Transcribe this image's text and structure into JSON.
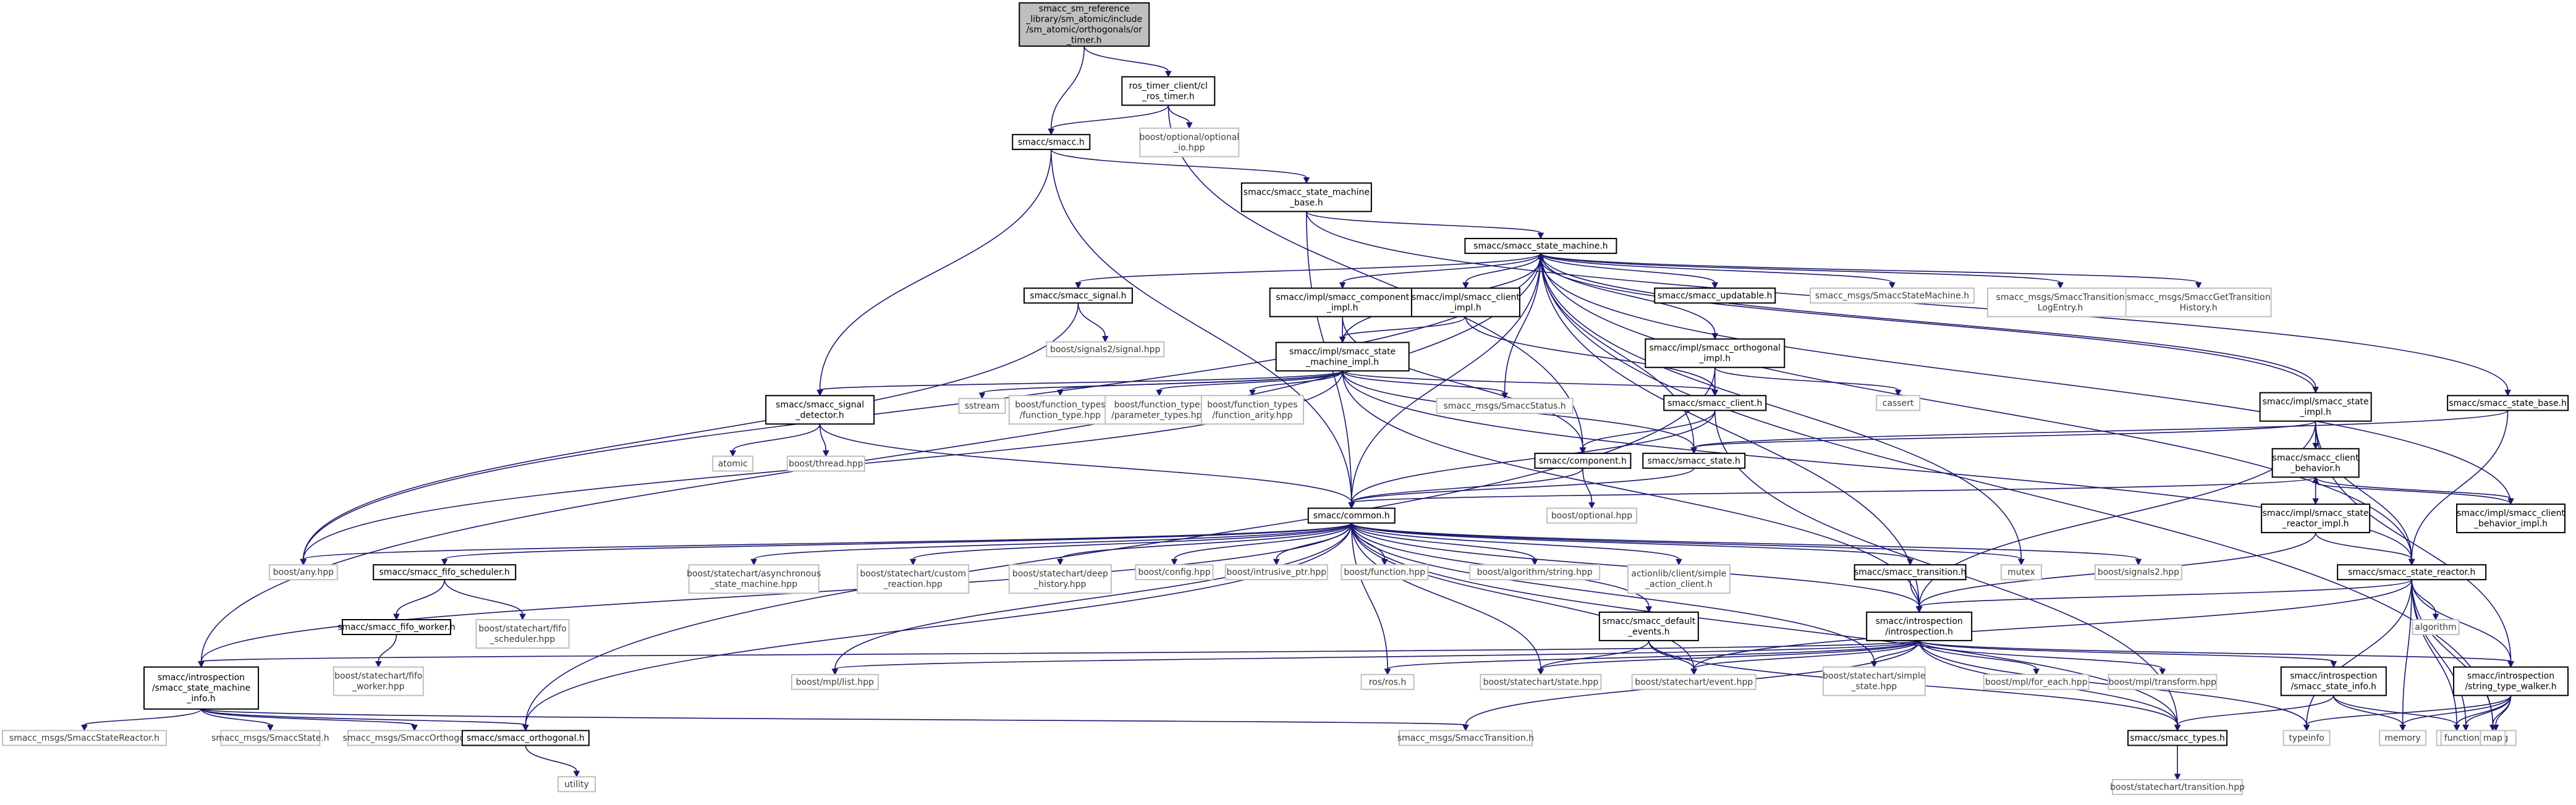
{
  "colors": {
    "edge": "#191970",
    "root_fill": "#bfbfbf",
    "documented_border": "#000000",
    "external_border": "#bfbfbf"
  },
  "nodes": [
    {
      "id": "root",
      "kind": "root",
      "lines": [
        "smacc_sm_reference",
        "_library/sm_atomic/include",
        "/sm_atomic/orthogonals/or",
        "_timer.h"
      ]
    },
    {
      "id": "ros_timer_client",
      "kind": "doc",
      "lines": [
        "ros_timer_client/cl",
        "_ros_timer.h"
      ]
    },
    {
      "id": "boost_optional_io",
      "kind": "ext",
      "lines": [
        "boost/optional/optional",
        "_io.hpp"
      ]
    },
    {
      "id": "smacc_h",
      "kind": "doc",
      "lines": [
        "smacc/smacc.h"
      ]
    },
    {
      "id": "sm_base",
      "kind": "doc",
      "lines": [
        "smacc/smacc_state_machine",
        "_base.h"
      ]
    },
    {
      "id": "sm_h",
      "kind": "doc",
      "lines": [
        "smacc/smacc_state_machine.h"
      ]
    },
    {
      "id": "signal_h",
      "kind": "doc",
      "lines": [
        "smacc/smacc_signal.h"
      ]
    },
    {
      "id": "boost_signals2_signal",
      "kind": "ext",
      "lines": [
        "boost/signals2/signal.hpp"
      ]
    },
    {
      "id": "comp_impl",
      "kind": "doc",
      "lines": [
        "smacc/impl/smacc_component",
        "_impl.h"
      ]
    },
    {
      "id": "client_impl",
      "kind": "doc",
      "lines": [
        "smacc/impl/smacc_client",
        "_impl.h"
      ]
    },
    {
      "id": "updatable",
      "kind": "doc",
      "lines": [
        "smacc/smacc_updatable.h"
      ]
    },
    {
      "id": "msg_sm",
      "kind": "ext",
      "lines": [
        "smacc_msgs/SmaccStateMachine.h"
      ]
    },
    {
      "id": "msg_tlog",
      "kind": "ext",
      "lines": [
        "smacc_msgs/SmaccTransition",
        "LogEntry.h"
      ]
    },
    {
      "id": "msg_gth",
      "kind": "ext",
      "lines": [
        "smacc_msgs/SmaccGetTransition",
        "History.h"
      ]
    },
    {
      "id": "sm_impl",
      "kind": "doc",
      "lines": [
        "smacc/impl/smacc_state",
        "_machine_impl.h"
      ]
    },
    {
      "id": "orth_impl",
      "kind": "doc",
      "lines": [
        "smacc/impl/smacc_orthogonal",
        "_impl.h"
      ]
    },
    {
      "id": "cassert",
      "kind": "ext",
      "lines": [
        "cassert"
      ]
    },
    {
      "id": "state_impl",
      "kind": "doc",
      "lines": [
        "smacc/impl/smacc_state",
        "_impl.h"
      ]
    },
    {
      "id": "state_base",
      "kind": "doc",
      "lines": [
        "smacc/smacc_state_base.h"
      ]
    },
    {
      "id": "signal_det",
      "kind": "doc",
      "lines": [
        "smacc/smacc_signal",
        "_detector.h"
      ]
    },
    {
      "id": "sstream",
      "kind": "ext",
      "lines": [
        "sstream"
      ]
    },
    {
      "id": "ft_type",
      "kind": "ext",
      "lines": [
        "boost/function_types",
        "/function_type.hpp"
      ]
    },
    {
      "id": "ft_param",
      "kind": "ext",
      "lines": [
        "boost/function_types",
        "/parameter_types.hpp"
      ]
    },
    {
      "id": "ft_arity",
      "kind": "ext",
      "lines": [
        "boost/function_types",
        "/function_arity.hpp"
      ]
    },
    {
      "id": "msg_status",
      "kind": "ext",
      "lines": [
        "smacc_msgs/SmaccStatus.h"
      ]
    },
    {
      "id": "client_h",
      "kind": "doc",
      "lines": [
        "smacc/smacc_client.h"
      ]
    },
    {
      "id": "client_beh",
      "kind": "doc",
      "lines": [
        "smacc/smacc_client",
        "_behavior.h"
      ]
    },
    {
      "id": "atomic",
      "kind": "ext",
      "lines": [
        "atomic"
      ]
    },
    {
      "id": "thread",
      "kind": "ext",
      "lines": [
        "boost/thread.hpp"
      ]
    },
    {
      "id": "component_h",
      "kind": "doc",
      "lines": [
        "smacc/component.h"
      ]
    },
    {
      "id": "state_h",
      "kind": "doc",
      "lines": [
        "smacc/smacc_state.h"
      ]
    },
    {
      "id": "boost_optional",
      "kind": "ext",
      "lines": [
        "boost/optional.hpp"
      ]
    },
    {
      "id": "cb_impl",
      "kind": "doc",
      "lines": [
        "smacc/impl/smacc_client",
        "_behavior_impl.h"
      ]
    },
    {
      "id": "reactor_impl",
      "kind": "doc",
      "lines": [
        "smacc/impl/smacc_state",
        "_reactor_impl.h"
      ]
    },
    {
      "id": "common_h",
      "kind": "doc",
      "lines": [
        "smacc/common.h"
      ]
    },
    {
      "id": "boost_any",
      "kind": "ext",
      "lines": [
        "boost/any.hpp"
      ]
    },
    {
      "id": "fifo_sched",
      "kind": "doc",
      "lines": [
        "smacc/smacc_fifo_scheduler.h"
      ]
    },
    {
      "id": "sc_async",
      "kind": "ext",
      "lines": [
        "boost/statechart/asynchronous",
        "_state_machine.hpp"
      ]
    },
    {
      "id": "sc_custom",
      "kind": "ext",
      "lines": [
        "boost/statechart/custom",
        "_reaction.hpp"
      ]
    },
    {
      "id": "sc_deep",
      "kind": "ext",
      "lines": [
        "boost/statechart/deep",
        "_history.hpp"
      ]
    },
    {
      "id": "boost_config",
      "kind": "ext",
      "lines": [
        "boost/config.hpp"
      ]
    },
    {
      "id": "intrusive",
      "kind": "ext",
      "lines": [
        "boost/intrusive_ptr.hpp"
      ]
    },
    {
      "id": "boost_function",
      "kind": "ext",
      "lines": [
        "boost/function.hpp"
      ]
    },
    {
      "id": "algo_string",
      "kind": "ext",
      "lines": [
        "boost/algorithm/string.hpp"
      ]
    },
    {
      "id": "actionlib",
      "kind": "ext",
      "lines": [
        "actionlib/client/simple",
        "_action_client.h"
      ]
    },
    {
      "id": "transition_h",
      "kind": "doc",
      "lines": [
        "smacc/smacc_transition.h"
      ]
    },
    {
      "id": "mutex",
      "kind": "ext",
      "lines": [
        "mutex"
      ]
    },
    {
      "id": "signals2",
      "kind": "ext",
      "lines": [
        "boost/signals2.hpp"
      ]
    },
    {
      "id": "reactor_h",
      "kind": "doc",
      "lines": [
        "smacc/smacc_state_reactor.h"
      ]
    },
    {
      "id": "fifo_worker",
      "kind": "doc",
      "lines": [
        "smacc/smacc_fifo_worker.h"
      ]
    },
    {
      "id": "sc_fifo_sched",
      "kind": "ext",
      "lines": [
        "boost/statechart/fifo",
        "_scheduler.hpp"
      ]
    },
    {
      "id": "default_events",
      "kind": "doc",
      "lines": [
        "smacc/smacc_default",
        "_events.h"
      ]
    },
    {
      "id": "introspection_h",
      "kind": "doc",
      "lines": [
        "smacc/introspection",
        "/introspection.h"
      ]
    },
    {
      "id": "algorithm",
      "kind": "ext",
      "lines": [
        "algorithm"
      ]
    },
    {
      "id": "sc_fifo_worker",
      "kind": "ext",
      "lines": [
        "boost/statechart/fifo",
        "_worker.hpp"
      ]
    },
    {
      "id": "sm_info",
      "kind": "doc",
      "lines": [
        "smacc/introspection",
        "/smacc_state_machine",
        "_info.h"
      ]
    },
    {
      "id": "mpl_list",
      "kind": "ext",
      "lines": [
        "boost/mpl/list.hpp"
      ]
    },
    {
      "id": "roscpp",
      "kind": "ext",
      "lines": [
        "ros/ros.h"
      ]
    },
    {
      "id": "sc_state",
      "kind": "ext",
      "lines": [
        "boost/statechart/state.hpp"
      ]
    },
    {
      "id": "sc_event",
      "kind": "ext",
      "lines": [
        "boost/statechart/event.hpp"
      ]
    },
    {
      "id": "sc_simple",
      "kind": "ext",
      "lines": [
        "boost/statechart/simple",
        "_state.hpp"
      ]
    },
    {
      "id": "mpl_foreach",
      "kind": "ext",
      "lines": [
        "boost/mpl/for_each.hpp"
      ]
    },
    {
      "id": "mpl_transform",
      "kind": "ext",
      "lines": [
        "boost/mpl/transform.hpp"
      ]
    },
    {
      "id": "state_info",
      "kind": "doc",
      "lines": [
        "smacc/introspection",
        "/smacc_state_info.h"
      ]
    },
    {
      "id": "stw",
      "kind": "doc",
      "lines": [
        "smacc/introspection",
        "/string_type_walker.h"
      ]
    },
    {
      "id": "msg_reactor",
      "kind": "ext",
      "lines": [
        "smacc_msgs/SmaccStateReactor.h"
      ]
    },
    {
      "id": "msg_state",
      "kind": "ext",
      "lines": [
        "smacc_msgs/SmaccState.h"
      ]
    },
    {
      "id": "msg_orth",
      "kind": "ext",
      "lines": [
        "smacc_msgs/SmaccOrthogonal.h"
      ]
    },
    {
      "id": "orthogonal_h",
      "kind": "doc",
      "lines": [
        "smacc/smacc_orthogonal.h"
      ]
    },
    {
      "id": "msg_transition",
      "kind": "ext",
      "lines": [
        "smacc_msgs/SmaccTransition.h"
      ]
    },
    {
      "id": "types_h",
      "kind": "doc",
      "lines": [
        "smacc/smacc_types.h"
      ]
    },
    {
      "id": "typeinfo",
      "kind": "ext",
      "lines": [
        "typeinfo"
      ]
    },
    {
      "id": "memory",
      "kind": "ext",
      "lines": [
        "memory"
      ]
    },
    {
      "id": "vector",
      "kind": "ext",
      "lines": [
        "vector"
      ]
    },
    {
      "id": "string",
      "kind": "ext",
      "lines": [
        "string"
      ]
    },
    {
      "id": "functional",
      "kind": "ext",
      "lines": [
        "functional"
      ]
    },
    {
      "id": "map",
      "kind": "ext",
      "lines": [
        "map"
      ]
    },
    {
      "id": "utility",
      "kind": "ext",
      "lines": [
        "utility"
      ]
    },
    {
      "id": "sc_transition",
      "kind": "ext",
      "lines": [
        "boost/statechart/transition.hpp"
      ]
    }
  ],
  "edges": [
    [
      "root",
      "ros_timer_client"
    ],
    [
      "root",
      "smacc_h"
    ],
    [
      "ros_timer_client",
      "boost_optional_io"
    ],
    [
      "ros_timer_client",
      "smacc_h"
    ],
    [
      "ros_timer_client",
      "component_h"
    ],
    [
      "smacc_h",
      "sm_base"
    ],
    [
      "smacc_h",
      "signal_det"
    ],
    [
      "smacc_h",
      "common_h"
    ],
    [
      "sm_base",
      "sm_h"
    ],
    [
      "sm_base",
      "common_h"
    ],
    [
      "sm_base",
      "state_base"
    ],
    [
      "sm_h",
      "signal_h"
    ],
    [
      "sm_h",
      "comp_impl"
    ],
    [
      "sm_h",
      "client_impl"
    ],
    [
      "sm_h",
      "updatable"
    ],
    [
      "sm_h",
      "msg_sm"
    ],
    [
      "sm_h",
      "msg_tlog"
    ],
    [
      "sm_h",
      "msg_gth"
    ],
    [
      "sm_h",
      "orth_impl"
    ],
    [
      "sm_h",
      "state_impl"
    ],
    [
      "sm_h",
      "boost_any"
    ],
    [
      "sm_h",
      "msg_status"
    ],
    [
      "sm_h",
      "state_h"
    ],
    [
      "sm_h",
      "mutex"
    ],
    [
      "sm_h",
      "map"
    ],
    [
      "sm_h",
      "sm_info"
    ],
    [
      "sm_h",
      "common_h"
    ],
    [
      "sm_h",
      "introspection_h"
    ],
    [
      "sm_h",
      "reactor_h"
    ],
    [
      "signal_h",
      "boost_signals2_signal"
    ],
    [
      "signal_h",
      "boost_any"
    ],
    [
      "comp_impl",
      "sm_impl"
    ],
    [
      "comp_impl",
      "component_h"
    ],
    [
      "client_impl",
      "sm_impl"
    ],
    [
      "client_impl",
      "client_h"
    ],
    [
      "sm_impl",
      "sm_h"
    ],
    [
      "sm_impl",
      "signal_det"
    ],
    [
      "sm_impl",
      "sstream"
    ],
    [
      "sm_impl",
      "ft_type"
    ],
    [
      "sm_impl",
      "ft_param"
    ],
    [
      "sm_impl",
      "ft_arity"
    ],
    [
      "sm_impl",
      "msg_status"
    ],
    [
      "sm_impl",
      "client_h"
    ],
    [
      "sm_impl",
      "state_h"
    ],
    [
      "sm_impl",
      "reactor_h"
    ],
    [
      "sm_impl",
      "introspection_h"
    ],
    [
      "sm_impl",
      "boost_any"
    ],
    [
      "orth_impl",
      "client_h"
    ],
    [
      "orth_impl",
      "cassert"
    ],
    [
      "orth_impl",
      "orthogonal_h"
    ],
    [
      "state_impl",
      "sm_h"
    ],
    [
      "state_impl",
      "client_beh"
    ],
    [
      "state_impl",
      "reactor_impl"
    ],
    [
      "state_impl",
      "state_h"
    ],
    [
      "state_impl",
      "introspection_h"
    ],
    [
      "state_impl",
      "reactor_h"
    ],
    [
      "state_impl",
      "stw"
    ],
    [
      "state_base",
      "state_h"
    ],
    [
      "state_base",
      "reactor_h"
    ],
    [
      "signal_det",
      "atomic"
    ],
    [
      "signal_det",
      "thread"
    ],
    [
      "signal_det",
      "common_h"
    ],
    [
      "client_h",
      "component_h"
    ],
    [
      "client_h",
      "common_h"
    ],
    [
      "client_h",
      "types_h"
    ],
    [
      "client_beh",
      "cb_impl"
    ],
    [
      "client_beh",
      "common_h"
    ],
    [
      "cb_impl",
      "client_beh"
    ],
    [
      "cb_impl",
      "sm_h"
    ],
    [
      "component_h",
      "boost_optional"
    ],
    [
      "component_h",
      "common_h"
    ],
    [
      "state_h",
      "common_h"
    ],
    [
      "reactor_impl",
      "reactor_h"
    ],
    [
      "reactor_impl",
      "introspection_h"
    ],
    [
      "common_h",
      "boost_any"
    ],
    [
      "common_h",
      "fifo_sched"
    ],
    [
      "common_h",
      "sc_async"
    ],
    [
      "common_h",
      "sc_custom"
    ],
    [
      "common_h",
      "sc_deep"
    ],
    [
      "common_h",
      "boost_config"
    ],
    [
      "common_h",
      "intrusive"
    ],
    [
      "common_h",
      "boost_function"
    ],
    [
      "common_h",
      "algo_string"
    ],
    [
      "common_h",
      "actionlib"
    ],
    [
      "common_h",
      "transition_h"
    ],
    [
      "common_h",
      "mutex"
    ],
    [
      "common_h",
      "signals2"
    ],
    [
      "common_h",
      "default_events"
    ],
    [
      "common_h",
      "introspection_h"
    ],
    [
      "common_h",
      "roscpp"
    ],
    [
      "common_h",
      "sc_state"
    ],
    [
      "common_h",
      "sc_event"
    ],
    [
      "common_h",
      "sc_simple"
    ],
    [
      "common_h",
      "types_h"
    ],
    [
      "common_h",
      "mpl_list"
    ],
    [
      "common_h",
      "orthogonal_h"
    ],
    [
      "common_h",
      "sm_info"
    ],
    [
      "fifo_sched",
      "fifo_worker"
    ],
    [
      "fifo_sched",
      "sc_fifo_sched"
    ],
    [
      "fifo_worker",
      "sc_fifo_worker"
    ],
    [
      "transition_h",
      "introspection_h"
    ],
    [
      "reactor_h",
      "introspection_h"
    ],
    [
      "reactor_h",
      "algorithm"
    ],
    [
      "reactor_h",
      "memory"
    ],
    [
      "reactor_h",
      "vector"
    ],
    [
      "reactor_h",
      "functional"
    ],
    [
      "reactor_h",
      "map"
    ],
    [
      "reactor_h",
      "typeinfo"
    ],
    [
      "reactor_h",
      "sc_event"
    ],
    [
      "reactor_h",
      "stw"
    ],
    [
      "default_events",
      "sc_state"
    ],
    [
      "default_events",
      "sc_event"
    ],
    [
      "default_events",
      "types_h"
    ],
    [
      "introspection_h",
      "mpl_list"
    ],
    [
      "introspection_h",
      "roscpp"
    ],
    [
      "introspection_h",
      "sc_state"
    ],
    [
      "introspection_h",
      "sc_event"
    ],
    [
      "introspection_h",
      "sc_simple"
    ],
    [
      "introspection_h",
      "mpl_foreach"
    ],
    [
      "introspection_h",
      "mpl_transform"
    ],
    [
      "introspection_h",
      "state_info"
    ],
    [
      "introspection_h",
      "stw"
    ],
    [
      "introspection_h",
      "types_h"
    ],
    [
      "introspection_h",
      "typeinfo"
    ],
    [
      "introspection_h",
      "msg_transition"
    ],
    [
      "introspection_h",
      "sm_info"
    ],
    [
      "sm_info",
      "msg_reactor"
    ],
    [
      "sm_info",
      "msg_state"
    ],
    [
      "sm_info",
      "msg_orth"
    ],
    [
      "sm_info",
      "orthogonal_h"
    ],
    [
      "sm_info",
      "msg_transition"
    ],
    [
      "state_info",
      "types_h"
    ],
    [
      "state_info",
      "memory"
    ],
    [
      "state_info",
      "vector"
    ],
    [
      "stw",
      "typeinfo"
    ],
    [
      "stw",
      "memory"
    ],
    [
      "stw",
      "vector"
    ],
    [
      "stw",
      "string"
    ],
    [
      "stw",
      "map"
    ],
    [
      "stw",
      "functional"
    ],
    [
      "orthogonal_h",
      "utility"
    ],
    [
      "types_h",
      "sc_transition"
    ]
  ]
}
